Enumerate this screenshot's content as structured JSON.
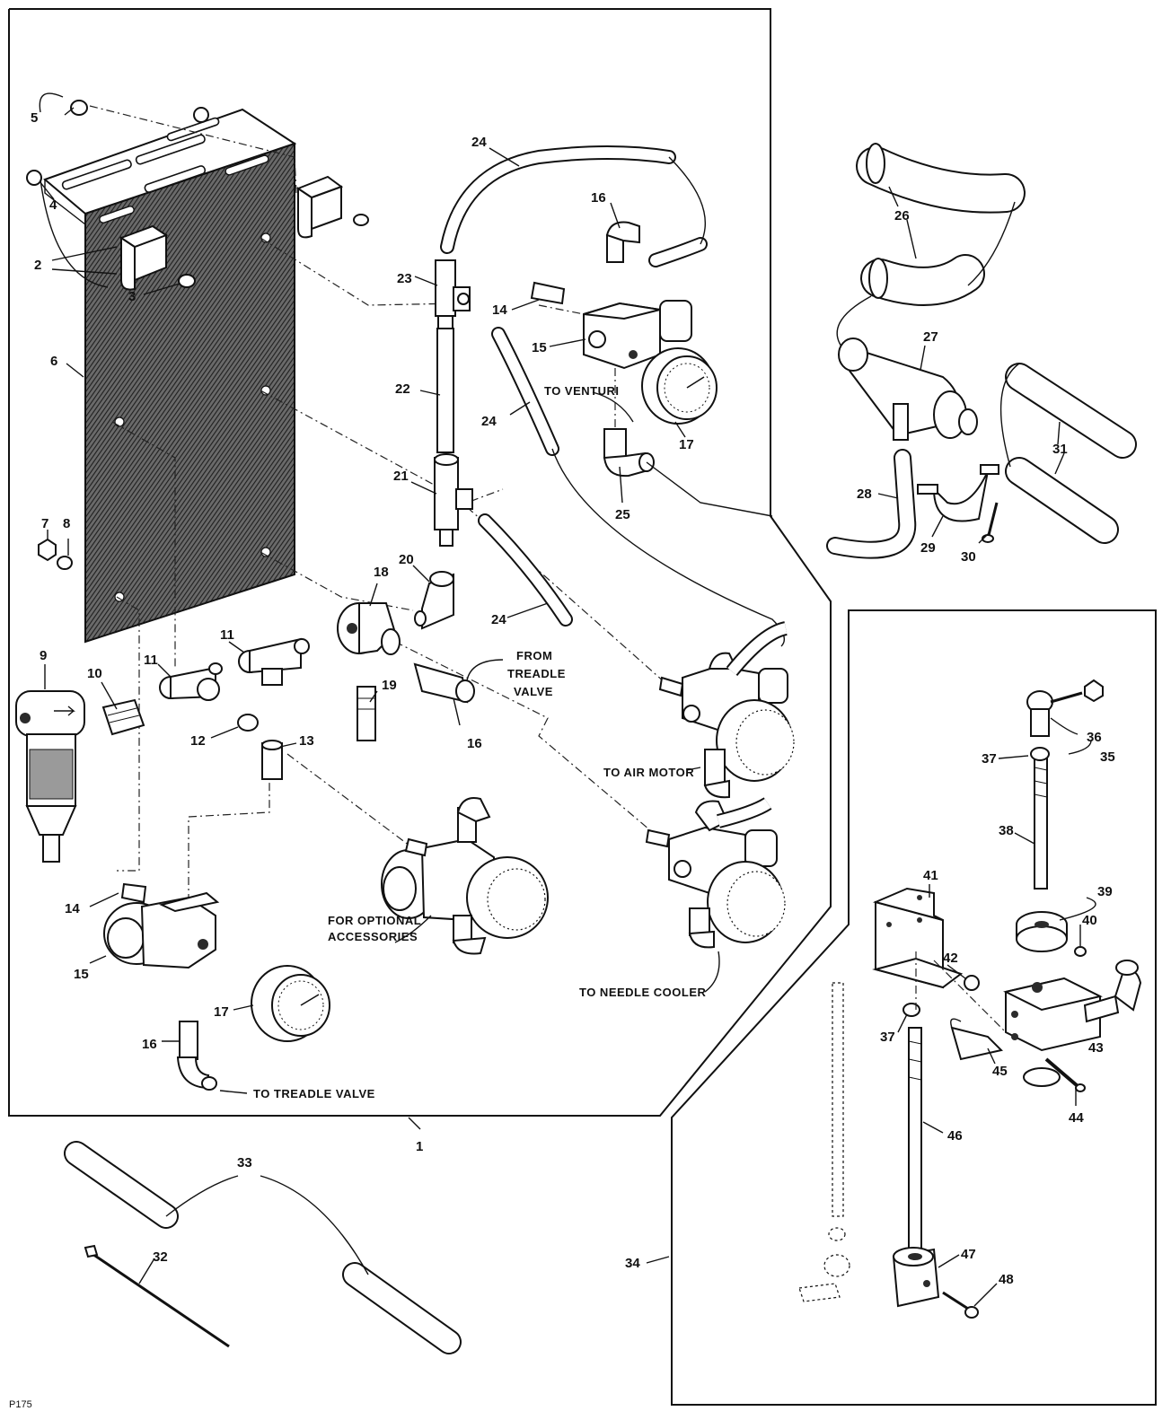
{
  "figure_id": "P175",
  "labels": {
    "l1": "1",
    "l2": "2",
    "l3": "3",
    "l4": "4",
    "l5": "5",
    "l6": "6",
    "l7": "7",
    "l8": "8",
    "l9": "9",
    "l10": "10",
    "l11a": "11",
    "l11b": "11",
    "l12": "12",
    "l13": "13",
    "l14a": "14",
    "l14b": "14",
    "l15a": "15",
    "l15b": "15",
    "l16a": "16",
    "l16b": "16",
    "l16c": "16",
    "l17a": "17",
    "l17b": "17",
    "l18": "18",
    "l19": "19",
    "l20": "20",
    "l21": "21",
    "l22": "22",
    "l23": "23",
    "l24a": "24",
    "l24b": "24",
    "l24c": "24",
    "l25": "25",
    "l26": "26",
    "l27": "27",
    "l28": "28",
    "l29": "29",
    "l30": "30",
    "l31": "31",
    "l32": "32",
    "l33": "33",
    "l34": "34",
    "l35": "35",
    "l36": "36",
    "l37a": "37",
    "l37b": "37",
    "l38": "38",
    "l39": "39",
    "l40": "40",
    "l41": "41",
    "l42": "42",
    "l43": "43",
    "l44": "44",
    "l45": "45",
    "l46": "46",
    "l47": "47",
    "l48": "48"
  },
  "notes": {
    "to_venturi": "TO VENTURI",
    "from_treadle_1": "FROM",
    "from_treadle_2": "TREADLE",
    "from_treadle_3": "VALVE",
    "to_air_motor": "TO AIR MOTOR",
    "optional_1": "FOR OPTIONAL",
    "optional_2": "ACCESSORIES",
    "to_needle_cooler": "TO NEEDLE COOLER",
    "to_treadle_valve": "TO TREADLE VALVE"
  }
}
